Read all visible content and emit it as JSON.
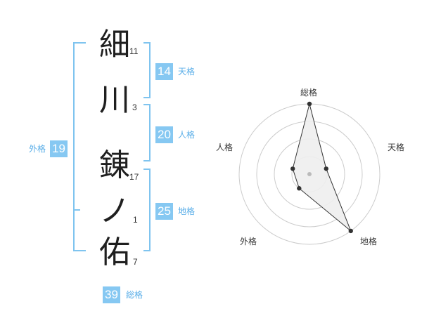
{
  "name": {
    "chars": [
      {
        "char": "細",
        "strokes": "11"
      },
      {
        "char": "川",
        "strokes": "3"
      },
      {
        "char": "錬",
        "strokes": "17"
      },
      {
        "char": "ノ",
        "strokes": "1"
      },
      {
        "char": "佑",
        "strokes": "7"
      }
    ]
  },
  "scores": {
    "tenkaku": {
      "label": "天格",
      "value": "14"
    },
    "jinkaku": {
      "label": "人格",
      "value": "20"
    },
    "chikaku": {
      "label": "地格",
      "value": "25"
    },
    "gaikaku": {
      "label": "外格",
      "value": "19"
    },
    "soukaku": {
      "label": "総格",
      "value": "39"
    }
  },
  "chart_data": {
    "type": "radar",
    "axes": [
      "総格",
      "天格",
      "地格",
      "外格",
      "人格"
    ],
    "values": [
      4,
      1,
      4,
      1,
      1
    ],
    "range": [
      0,
      4
    ],
    "rings": 4,
    "colors": {
      "fill": "#eeeeee",
      "stroke": "#333333",
      "grid": "#cccccc",
      "accent": "#86c8f2"
    }
  }
}
